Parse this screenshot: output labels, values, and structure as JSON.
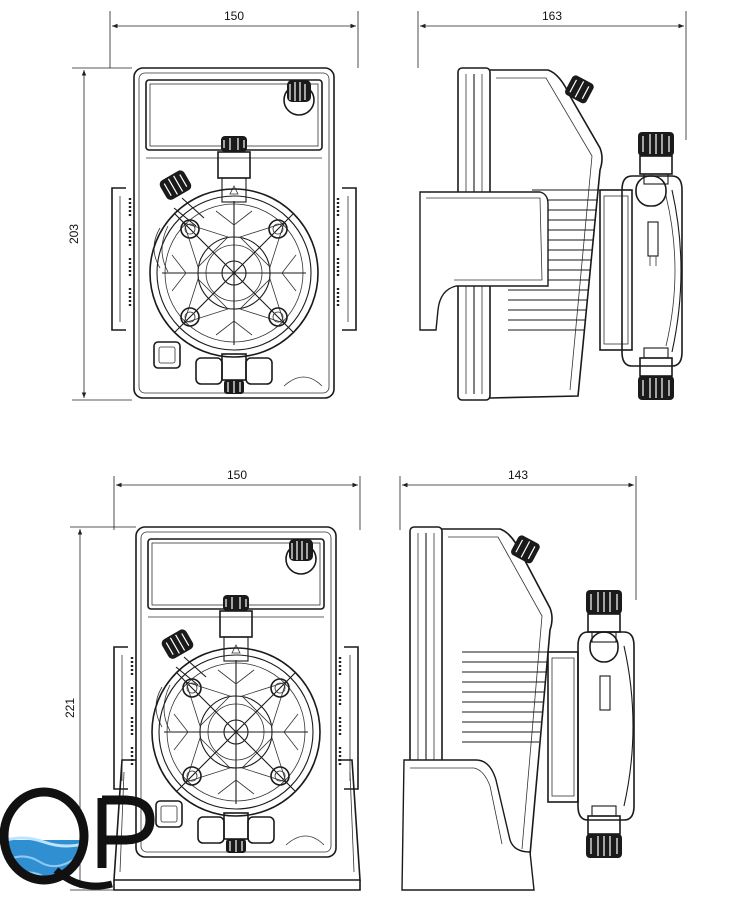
{
  "drawing": {
    "views": [
      {
        "id": "front-view-1",
        "width_label": "150",
        "height_label": "203"
      },
      {
        "id": "side-view-1",
        "width_label": "163"
      },
      {
        "id": "front-view-2",
        "width_label": "150",
        "height_label": "221"
      },
      {
        "id": "side-view-2",
        "width_label": "143"
      }
    ]
  },
  "logo": {
    "letters": "QP",
    "icon": "qp-water-logo",
    "water_color": "#2f8fd0"
  }
}
